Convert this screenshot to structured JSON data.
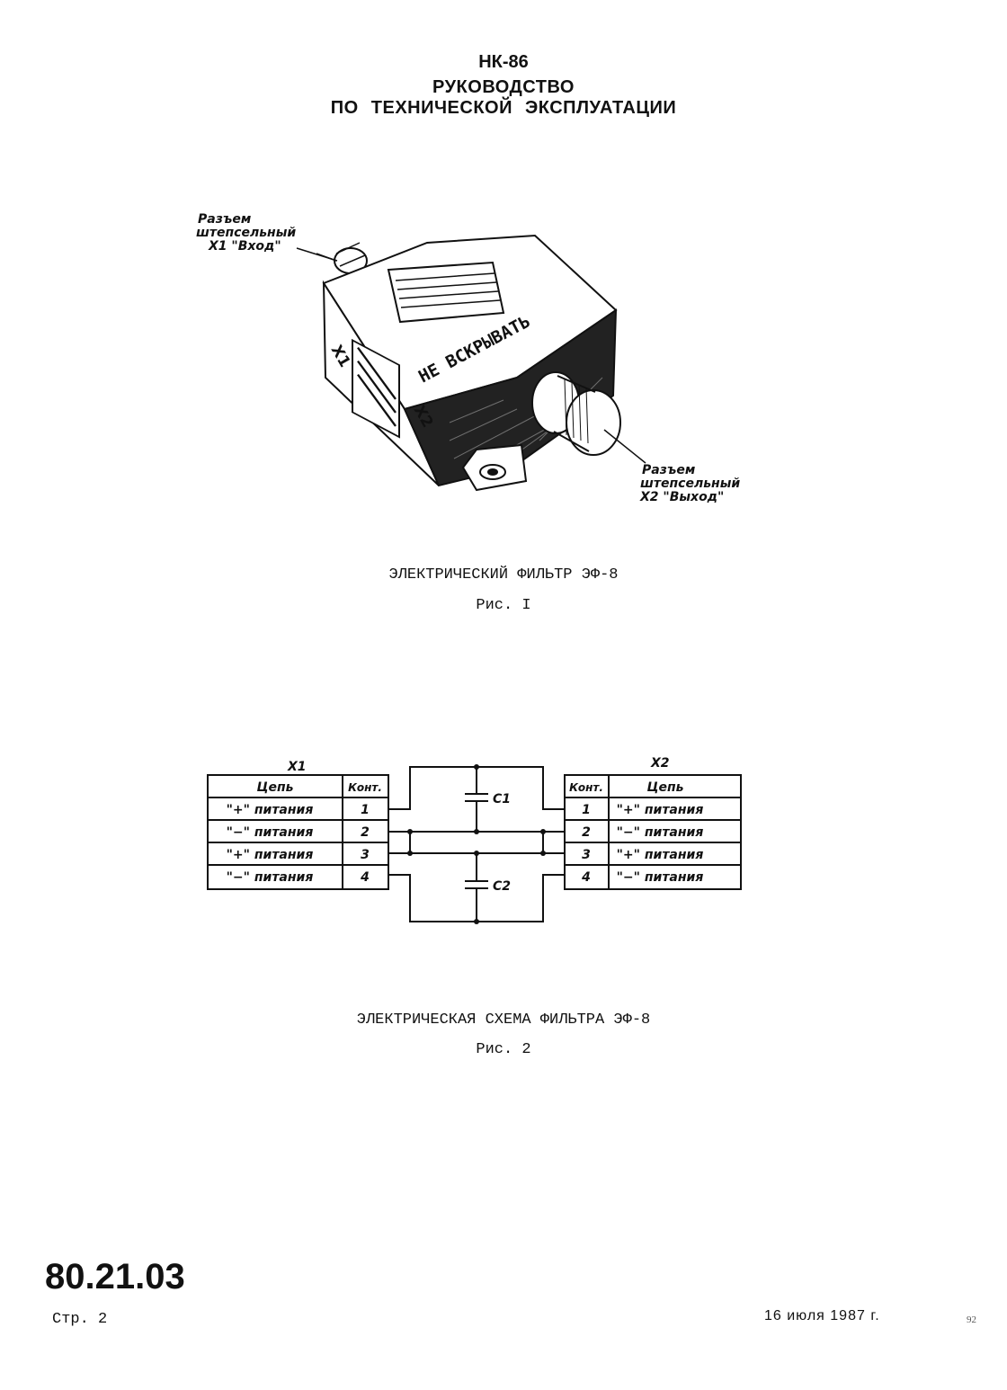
{
  "header": {
    "line1": "НК-86",
    "line2": "РУКОВОДСТВО",
    "line3": "ПО ТЕХНИЧЕСКОЙ ЭКСПЛУАТАЦИИ"
  },
  "figure1": {
    "callout_x1": [
      "Разъем",
      "штепсельный",
      "X1 \"Вход\""
    ],
    "callout_x2": [
      "Разъем",
      "штепсельный",
      "X2 \"Выход\""
    ],
    "side_label_x1": "X1",
    "side_label_x2": "X2",
    "warning": "НЕ ВСКРЫВАТЬ",
    "title": "ЭЛЕКТРИЧЕСКИЙ ФИЛЬТР ЭФ-8",
    "number": "Рис. I"
  },
  "figure2": {
    "title": "ЭЛЕКТРИЧЕСКАЯ СХЕМА ФИЛЬТРА ЭФ-8",
    "number": "Рис. 2",
    "left_connector": {
      "name": "X1",
      "headers": [
        "Цепь",
        "Конт."
      ],
      "rows": [
        [
          "\"+\" питания",
          "1"
        ],
        [
          "\"−\" питания",
          "2"
        ],
        [
          "\"+\" питания",
          "3"
        ],
        [
          "\"−\" питания",
          "4"
        ]
      ]
    },
    "right_connector": {
      "name": "X2",
      "headers": [
        "Конт.",
        "Цепь"
      ],
      "rows": [
        [
          "1",
          "\"+\" питания"
        ],
        [
          "2",
          "\"−\" питания"
        ],
        [
          "3",
          "\"+\" питания"
        ],
        [
          "4",
          "\"−\" питания"
        ]
      ]
    },
    "capacitors": [
      "C1",
      "C2"
    ]
  },
  "footer": {
    "doc_number": "80.21.03",
    "page": "Стр. 2",
    "date": "16 июля 1987 г.",
    "sheet": "92"
  }
}
